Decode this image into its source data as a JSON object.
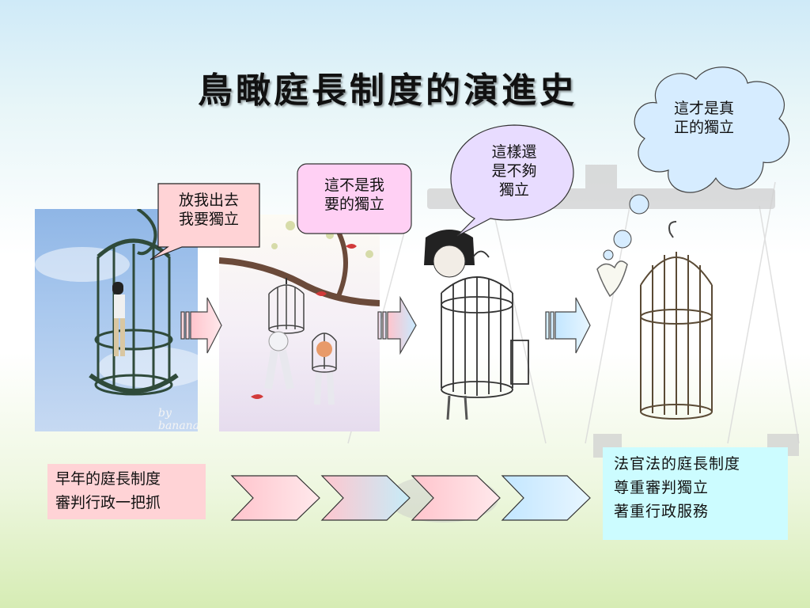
{
  "title": "鳥瞰庭長制度的演進史",
  "bubbles": {
    "b1": [
      "放我出去",
      "我要獨立"
    ],
    "b2": [
      "這不是我",
      "要的獨立"
    ],
    "b3": [
      "這樣還",
      "是不夠",
      "獨立"
    ],
    "b4": [
      "這才是真",
      "正的獨立"
    ]
  },
  "photo_credit": "by banana",
  "left_box": [
    "早年的庭長制度",
    "審判行政一把抓"
  ],
  "right_box": [
    "法官法的庭長制度",
    "尊重審判獨立",
    "著重行政服務"
  ],
  "colors": {
    "pink": "#ffcfd6",
    "cyan": "#ccf4ff",
    "bubble_pink": "#ffc9ee",
    "bubble_blue": "#d6ecff"
  }
}
